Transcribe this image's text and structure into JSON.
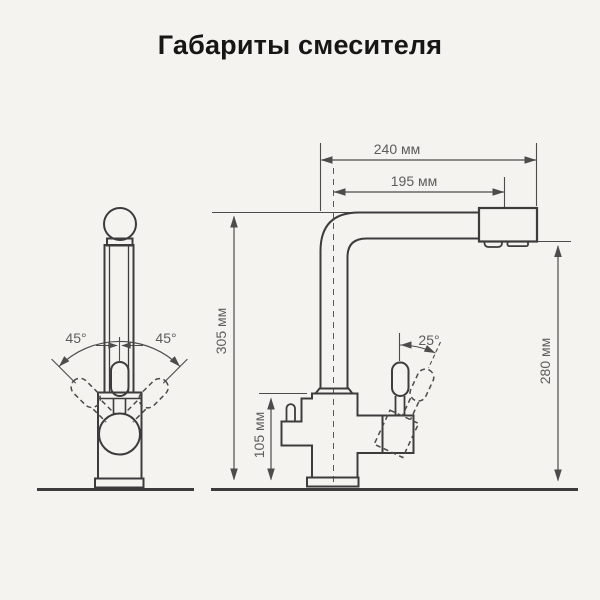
{
  "title": "Габариты смесителя",
  "dimensions": {
    "spout_reach": "240 мм",
    "filter_spout_reach": "195 мм",
    "height_total": "305 мм",
    "height_to_spout": "280 мм",
    "body_height": "105 мм"
  },
  "angles": {
    "front_swivel_left": "45°",
    "front_swivel_right": "45°",
    "side_handle_tilt": "25°"
  },
  "colors": {
    "background": "#f5f3ef",
    "faucet_line": "#3c3c3c",
    "dimension_line": "#4c4c4c",
    "label_text": "#5c5c5c",
    "title_text": "#161616"
  }
}
